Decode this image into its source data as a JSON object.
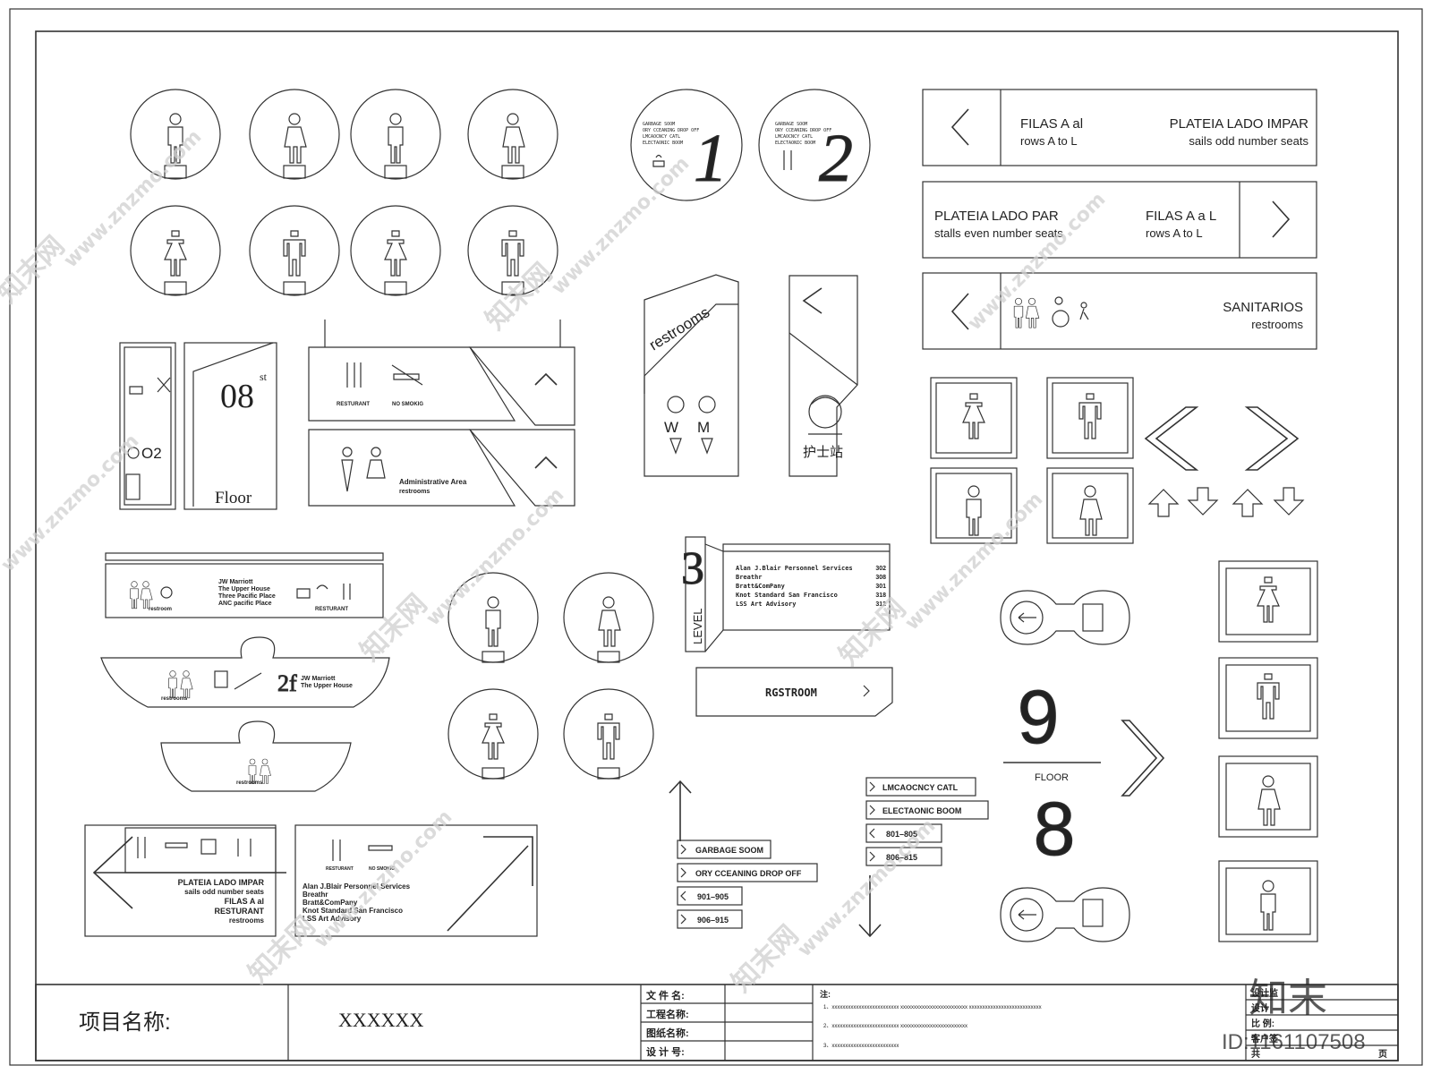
{
  "title_block": {
    "project_label": "项目名称:",
    "project_value": "XXXXXX",
    "file_name": "文 件 名:",
    "project_name": "工程名称:",
    "drawing_name": "图纸名称:",
    "design_no": "设 计 号:",
    "notes_label": "注:",
    "note1": "1、xxxxxxxxxxxxxxxxxxxxxxxxx  xxxxxxxxxxxxxxxxxxxxxxxxx  xxxxxxxxxxxxxxxxxxxxxxxxxxx",
    "note2": "2、xxxxxxxxxxxxxxxxxxxxxxxxx  xxxxxxxxxxxxxxxxxxxxxxxxx",
    "note3": "3、xxxxxxxxxxxxxxxxxxxxxxxxx",
    "design_check": "设计监",
    "designer": "设计",
    "scale": "比  例:",
    "client_sign": "客户签",
    "total": "共",
    "page": "页"
  },
  "watermark": {
    "brand": "知末",
    "id": "ID:1161107508",
    "site": "www.znzmo.com",
    "cn": "知末网"
  },
  "signs": {
    "filas_a": "FILAS A al",
    "rows_a": "rows A to L",
    "plateia_impar": "PLATEIA LADO IMPAR",
    "sails_odd": "sails odd number seats",
    "plateia_par": "PLATEIA LADO PAR",
    "stalls_even": "stalls even number seats",
    "filas_a2": "FILAS A a L",
    "rows_a2": "rows A to L",
    "sanitarios": "SANITARIOS",
    "restrooms": "restrooms",
    "restrooms_diag": "restrooms",
    "nurse": "护士站",
    "w": "W",
    "m": "M",
    "floor_num": "08",
    "floor_sup": "st",
    "floor_word": "Floor",
    "o2": "O2",
    "resturant": "RESTURANT",
    "no_smokig": "NO SMOKIG",
    "admin_area": "Administrative Area",
    "restrooms_small": "restrooms",
    "jw": "JW Marriott",
    "upper_house": "The Upper House",
    "three_pacific": "Three Pacific Place",
    "anc_pacific": "ANC pacific Place",
    "restroom_low": "restroom",
    "level_num": "3",
    "level_word": "LEVEL",
    "tenants": [
      "Alan J.Blair Personnel Services",
      "Breathr",
      "Bratt&ComPany",
      "Knot Standard San Francisco",
      "LSS Art Advisory"
    ],
    "suites": [
      "302",
      "308",
      "301",
      "318",
      "312"
    ],
    "rgestroom": "RGSTROOM",
    "garbage": "GARBAGE SOOM",
    "ory": "ORY CCEANING DROP OFF",
    "r901": "901–905",
    "r906": "906–915",
    "lmca": "LMCAOCNCY CATL",
    "electa": "ELECTAONIC BOOM",
    "r801": "801–805",
    "r806": "806–815",
    "nine": "9",
    "floor_caps": "FLOOR",
    "eight": "8",
    "round1_lines": [
      "GARBAGE SOOM",
      "ORY CCEANING DROP OFF",
      "LMCAOCNCY CATL",
      "ELECTAONIC BOOM"
    ],
    "round1_num": "1",
    "round2_num": "2",
    "imp_plateia": "PLATEIA LADO IMPAR",
    "imp_sails": "sails odd number seats",
    "imp_filas": "FILAS A al",
    "imp_rest": "RESTURANT",
    "imp_restrooms": "restrooms",
    "jw2": "JW Marriott",
    "upper2": "The Upper House",
    "restrooms_arrow": "restrooms"
  }
}
